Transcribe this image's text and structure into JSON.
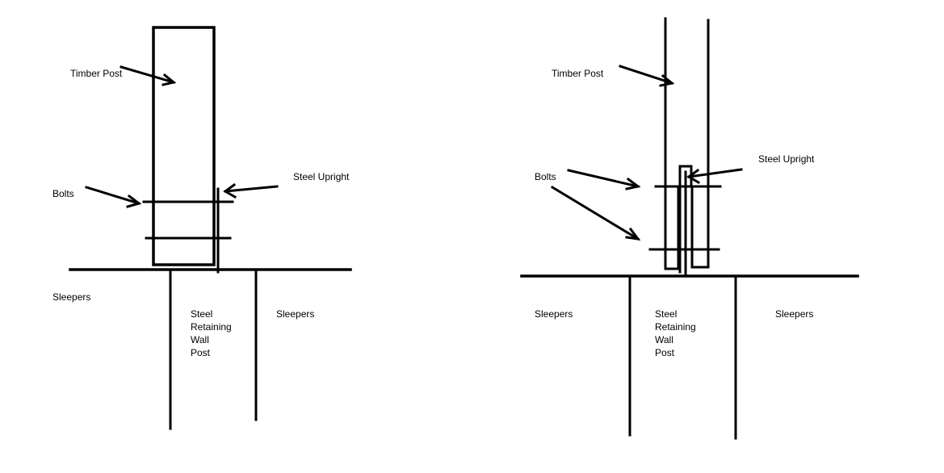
{
  "left_diagram": {
    "timber_post": "Timber Post",
    "bolts": "Bolts",
    "steel_upright": "Steel Upright",
    "sleepers_left": "Sleepers",
    "sleepers_right": "Sleepers",
    "steel_post": [
      "Steel",
      "Retaining",
      "Wall",
      "Post"
    ]
  },
  "right_diagram": {
    "timber_post": "Timber Post",
    "bolts": "Bolts",
    "steel_upright": "Steel Upright",
    "sleepers_left": "Sleepers",
    "sleepers_right": "Sleepers",
    "steel_post": [
      "Steel",
      "Retaining",
      "Wall",
      "Post"
    ]
  },
  "colors": {
    "ink": "#000000",
    "background": "#ffffff"
  }
}
